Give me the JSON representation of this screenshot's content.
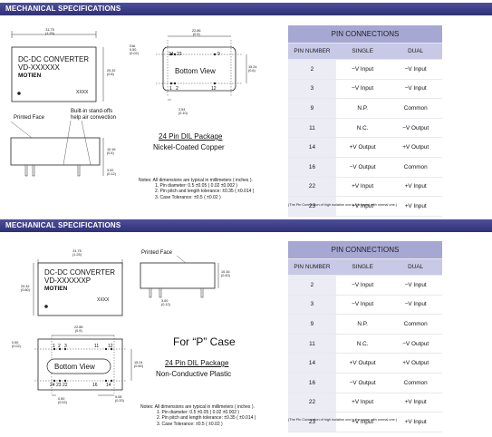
{
  "section_title": "MECHANICAL SPECIFICATIONS",
  "top": {
    "module": {
      "line1": "DC-DC CONVERTER",
      "line2": "VD-XXXXXX",
      "brand": "MOTIEN",
      "code": "XXXX"
    },
    "dims": {
      "width": "31.75",
      "width_in": "(1.25)",
      "height": "20.32",
      "height_in": "(0.8)",
      "pitch": "22.86",
      "pitch_in": "(0.9)",
      "pin_side": "15.24",
      "pin_side_in": "(0.6)",
      "dia": "DIA",
      "dia_v": "0.50",
      "dia_in": "(0.02)",
      "pin_sp": "2.54",
      "pin_sp_in": "(0.10)",
      "thick": "10.16",
      "thick_in": "(0.4)",
      "lead": "3.00",
      "lead_in": "(0.12)"
    },
    "pins_top": [
      "24",
      "23",
      "9"
    ],
    "pins_bot": [
      "1",
      "2",
      "12"
    ],
    "bottom_view": "Bottom View",
    "printed_face": "Printed Face",
    "standoff": "Built-in stand-offs\nhelp air convection",
    "pkg_title": "24 Pin DIL Package",
    "pkg_material": "Nickel-Coated Copper",
    "notes_title": "Notes: All dimensions are typical in millimeters ( inches ).",
    "notes": [
      "1. Pin diameter: 0.5 ±0.05 ( 0.02 ±0.002 )",
      "2. Pin pitch and length tolerance: ±0.35 ( ±0.014 )",
      "3. Case Tolerance: ±0.5 ( ±0.02 )"
    ]
  },
  "bottom": {
    "module": {
      "line1": "DC-DC CONVERTER",
      "line2": "VD-XXXXXXP",
      "brand": "MOTIEN",
      "code": "XXXX"
    },
    "dims": {
      "width": "31.75",
      "width_in": "(1.25)",
      "height": "20.32",
      "height_in": "(0.80)",
      "pitch": "22.86",
      "pitch_in": "(0.9)",
      "pin_side": "15.24",
      "pin_side_in": "(0.60)",
      "edge": "0.50",
      "edge_in": "(0.02)",
      "lead_bot": "0.50",
      "lead_bot_in": "(0.02)",
      "pin_off": "5.08",
      "pin_off_in": "(0.20)",
      "thick": "10.16",
      "thick_in": "(0.40)",
      "lead": "3.00",
      "lead_in": "(0.12)"
    },
    "pins_top": [
      "1",
      "2",
      "3",
      "11",
      "12"
    ],
    "pins_bot": [
      "24",
      "23",
      "22",
      "16",
      "14"
    ],
    "printed_face": "Printed Face",
    "case_label": "For “P” Case",
    "bottom_view": "Bottom View",
    "pkg_title": "24 Pin DIL Package",
    "pkg_material": "Non-Conductive Plastic",
    "notes_title": "Notes: All dimensions are typical in millimeters ( inches ).",
    "notes": [
      "1. Pin diameter: 0.5 ±0.05 ( 0.02 ±0.002 )",
      "2. Pin pitch and length tolerance: ±0.35 ( ±0.014 )",
      "3. Case Tolerance: ±0.5 ( ±0.02 )"
    ]
  },
  "pin_table": {
    "title": "PIN CONNECTIONS",
    "headers": [
      "PIN NUMBER",
      "SINGLE",
      "DUAL"
    ],
    "rows": [
      [
        "2",
        "−V Input",
        "−V Input"
      ],
      [
        "3",
        "−V Input",
        "−V Input"
      ],
      [
        "9",
        "N.P.",
        "Common"
      ],
      [
        "11",
        "N.C.",
        "−V Output"
      ],
      [
        "14",
        "+V Output",
        "+V Output"
      ],
      [
        "16",
        "−V Output",
        "Common"
      ],
      [
        "22",
        "+V Input",
        "+V Input"
      ],
      [
        "23",
        "+V Input",
        "+V Input"
      ]
    ],
    "footnote": "(The Pin Connection of high isolation one is the same with normal one.)"
  }
}
